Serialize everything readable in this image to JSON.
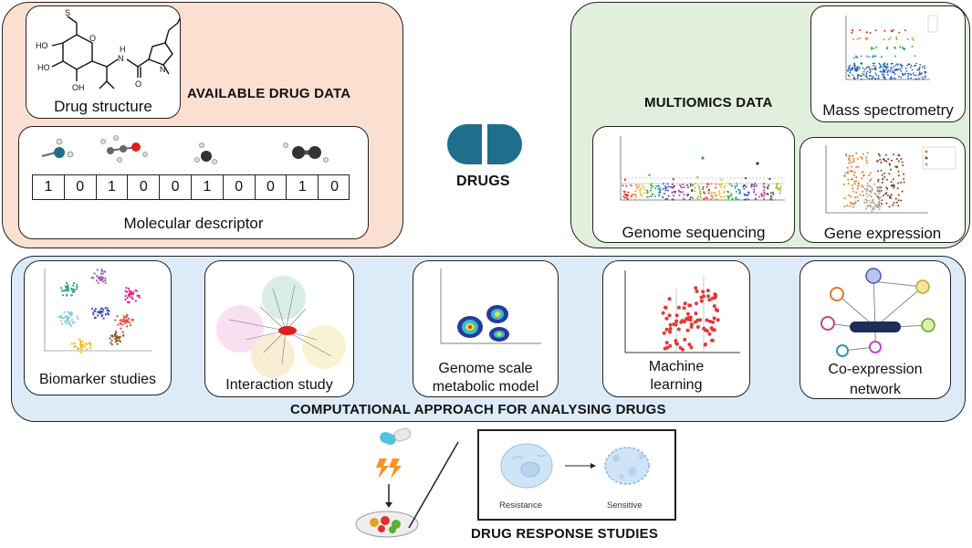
{
  "drug_data": {
    "title": "AVAILABLE DRUG DATA",
    "structure_label": "Drug structure",
    "descriptor_label": "Molecular descriptor",
    "bits": [
      "1",
      "0",
      "1",
      "0",
      "0",
      "1",
      "0",
      "0",
      "1",
      "0"
    ],
    "atom_labels": {
      "s": "S",
      "ho1": "HO",
      "ho2": "HO",
      "oh": "OH",
      "o_ring": "O",
      "nh": "N",
      "h": "H",
      "o_carbonyl": "O",
      "n_ring": "N"
    }
  },
  "center": {
    "title": "DRUGS"
  },
  "multiomics": {
    "title": "MULTIOMICS DATA",
    "mass_label": "Mass spectrometry",
    "genome_label": "Genome sequencing",
    "expression_label": "Gene expression"
  },
  "computational": {
    "title": "COMPUTATIONAL APPROACH FOR ANALYSING DRUGS",
    "items": [
      {
        "label": "Biomarker studies"
      },
      {
        "label": "Interaction study"
      },
      {
        "label": "Genome scale\nmetabolic model"
      },
      {
        "label": "Machine\nlearning"
      },
      {
        "label": "Co-expression\nnetwork"
      }
    ]
  },
  "response": {
    "title": "DRUG RESPONSE STUDIES",
    "resistance_label": "Resistance",
    "sensitive_label": "Sensitive"
  },
  "colors": {
    "drug_panel_bg": "#fbe0d2",
    "omics_panel_bg": "#e1f0dc",
    "comp_panel_bg": "#dcebf7",
    "capsule": "#1f6e8c",
    "network_bar": "#1c2e5a"
  }
}
